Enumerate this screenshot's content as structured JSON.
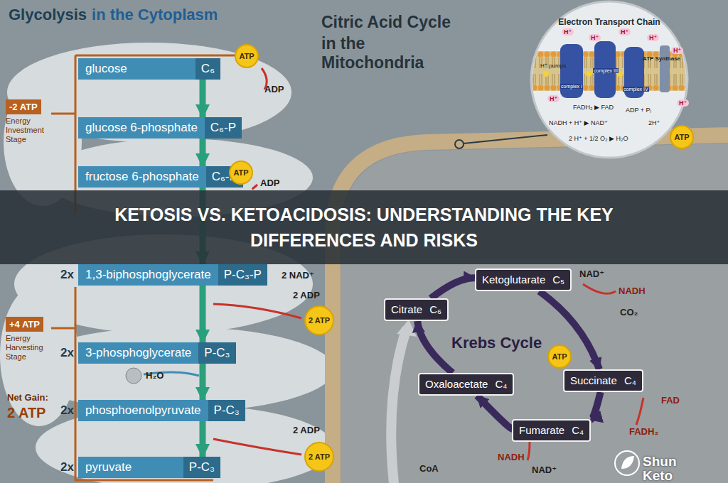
{
  "diagram": {
    "title": "KETOSIS VS. KETOACIDOSIS: UNDERSTANDING THE KEY DIFFERENCES AND RISKS",
    "nodes": [
      {
        "text": [
          "glucose",
          "C₆"
        ]
      },
      {
        "text": [
          "glucose 6-phosphate",
          "C₆-P"
        ]
      },
      {
        "text": [
          "fructose 6-phosphate",
          "C₆-P"
        ]
      },
      {
        "text": [
          "2x",
          "1,3-biphosphoglycerate",
          "P-C₃-P"
        ]
      },
      {
        "text": [
          "2x",
          "3-phosphoglycerate",
          "P-C₃"
        ]
      },
      {
        "text": [
          "2x",
          "phosphoenolpyruvate",
          "P-C₃"
        ]
      },
      {
        "text": [
          "2x",
          "pyruvate",
          "P-C₃"
        ]
      },
      {
        "text": [
          "-2 ATP",
          "Energy Investment Stage"
        ]
      },
      {
        "text": [
          "+4 ATP",
          "Energy Harvesting Stage"
        ]
      },
      {
        "text": [
          "ATP"
        ]
      },
      {
        "text": [
          "ATP"
        ]
      },
      {
        "text": [
          "2 ATP"
        ]
      },
      {
        "text": [
          "2 ATP"
        ]
      },
      {
        "text": [
          "Citrate",
          "C₆"
        ]
      },
      {
        "text": [
          "Ketoglutarate",
          "C₅"
        ]
      },
      {
        "text": [
          "Succinate",
          "C₄"
        ]
      },
      {
        "text": [
          "Fumarate",
          "C₄"
        ]
      },
      {
        "text": [
          "Oxaloacetate",
          "C₄"
        ]
      },
      {
        "text": [
          "ATP"
        ]
      },
      {
        "text": [
          "Electron Transport Chain"
        ]
      },
      {
        "text": [
          "ATP"
        ],
        "in": 19
      }
    ],
    "edges": [
      {
        "from": 0,
        "to": 1,
        "arrow": "to"
      },
      {
        "from": 1,
        "to": 2,
        "arrow": "to"
      },
      {
        "from": 2,
        "to": 3,
        "arrow": "to"
      },
      {
        "from": 3,
        "to": 4,
        "arrow": "to"
      },
      {
        "from": 4,
        "to": 5,
        "arrow": "to"
      },
      {
        "from": 5,
        "to": 6,
        "arrow": "to"
      },
      {
        "from": 13,
        "to": 14,
        "arrow": "to"
      },
      {
        "from": 14,
        "to": 15,
        "arrow": "to"
      },
      {
        "from": 15,
        "to": 16,
        "arrow": "to"
      },
      {
        "from": 16,
        "to": 17,
        "arrow": "to"
      },
      {
        "from": 17,
        "to": 13,
        "arrow": "to"
      }
    ],
    "labels": [
      "Glycolysis",
      "in the Cytoplasm",
      "Citric Acid Cycle",
      "in the Mitochondria",
      "Net Gain:",
      "2 ATP",
      "ADP",
      "ADP",
      "2 NAD⁺",
      "2 ADP",
      "H₂O",
      "2 ADP",
      "Krebs Cycle",
      "NAD⁺",
      "NADH",
      "CO₂",
      "FAD",
      "FADH₂",
      "NADH",
      "NAD⁺",
      "CoA",
      "H⁺",
      "H⁺",
      "H⁺",
      "H⁺",
      "H⁺",
      "H⁺",
      "H⁺",
      "H⁺ pumps",
      "complex I",
      "complex III",
      "complex IV",
      "ATP Synthase",
      "FADH₂ ▶ FAD",
      "NADH + H⁺ ▶ NAD⁺",
      "2 H⁺ + 1/2 O₂ ▶ H₂O",
      "ADP + Pᵢ",
      "2H⁺",
      "Shun Keto"
    ]
  }
}
